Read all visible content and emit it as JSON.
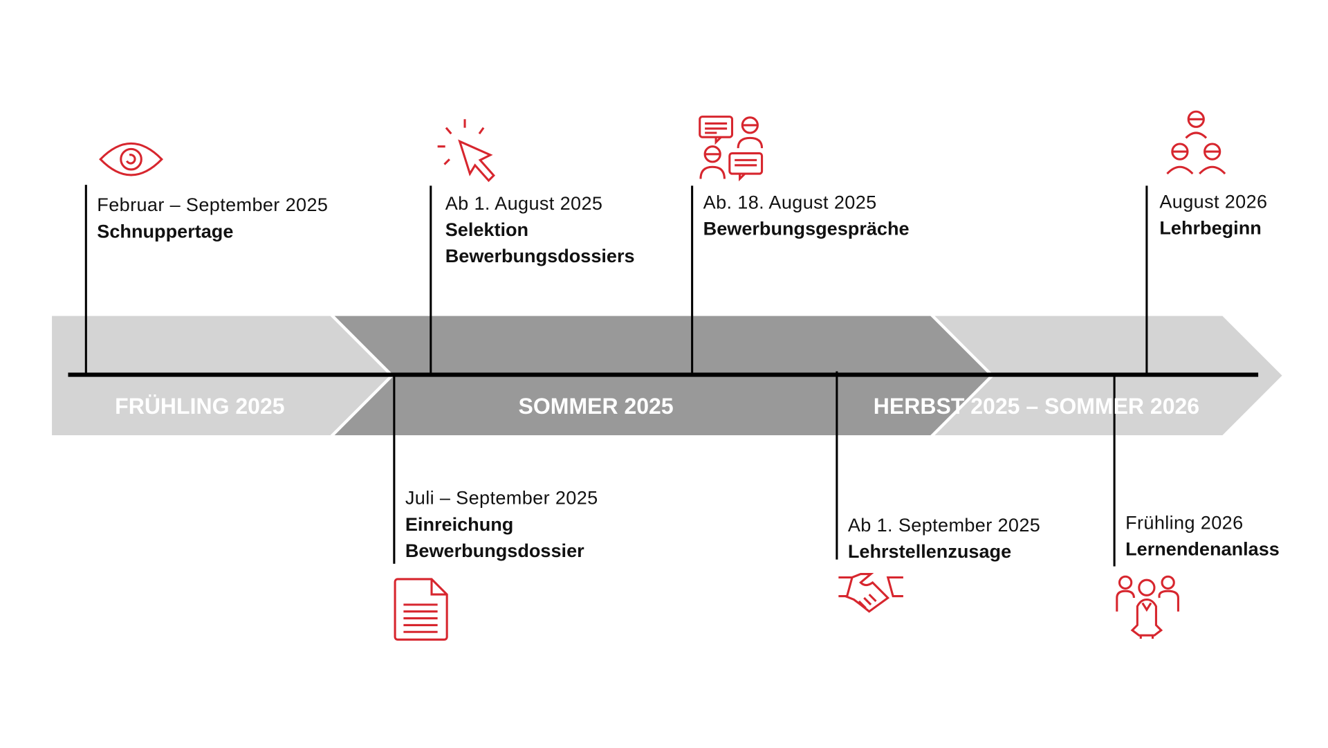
{
  "accent_color": "#d7262e",
  "phases": [
    {
      "label": "FRÜHLING 2025",
      "color": "#d4d4d4"
    },
    {
      "label": "SOMMER 2025",
      "color": "#999999"
    },
    {
      "label": "HERBST 2025 – SOMMER 2026",
      "color": "#d4d4d4"
    }
  ],
  "milestones": [
    {
      "date": "Februar – September 2025",
      "title": "Schnuppertage",
      "icon": "eye-icon"
    },
    {
      "date": "Ab 1. August 2025",
      "title": "Selektion Bewerbungsdossiers",
      "title_lines": [
        "Selektion",
        "Bewerbungsdossiers"
      ],
      "icon": "cursor-click-icon"
    },
    {
      "date": "Ab. 18. August 2025",
      "title": "Bewerbungsgespräche",
      "icon": "conversation-icon"
    },
    {
      "date": "August 2026",
      "title": "Lehrbeginn",
      "icon": "team-icon"
    },
    {
      "date": "Juli – September 2025",
      "title": "Einreichung Bewerbungsdossier",
      "title_lines": [
        "Einreichung",
        "Bewerbungsdossier"
      ],
      "icon": "document-icon"
    },
    {
      "date": "Ab 1. September 2025",
      "title": "Lehrstellenzusage",
      "icon": "handshake-icon"
    },
    {
      "date": "Frühling 2026",
      "title": "Lernendenanlass",
      "icon": "group-icon"
    }
  ]
}
